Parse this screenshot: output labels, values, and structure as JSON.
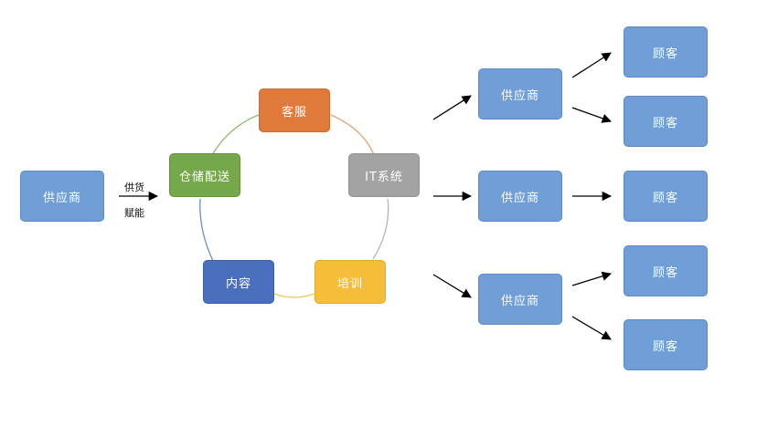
{
  "supplier_left": {
    "label": "供应商",
    "color": "#6f9fd6"
  },
  "supply_label_1": "供货",
  "supply_label_2": "赋能",
  "cycle": {
    "service": {
      "label": "客服",
      "color": "#e07a3b"
    },
    "it": {
      "label": "IT系统",
      "color": "#a3a3a3"
    },
    "training": {
      "label": "培训",
      "color": "#f5be3a"
    },
    "content": {
      "label": "内容",
      "color": "#4a6fbf"
    },
    "warehouse": {
      "label": "仓储配送",
      "color": "#74a84a"
    }
  },
  "suppliers_mid": [
    {
      "label": "供应商"
    },
    {
      "label": "供应商"
    },
    {
      "label": "供应商"
    }
  ],
  "customers": [
    {
      "label": "顾客"
    },
    {
      "label": "顾客"
    },
    {
      "label": "顾客"
    },
    {
      "label": "顾客"
    },
    {
      "label": "顾客"
    }
  ]
}
